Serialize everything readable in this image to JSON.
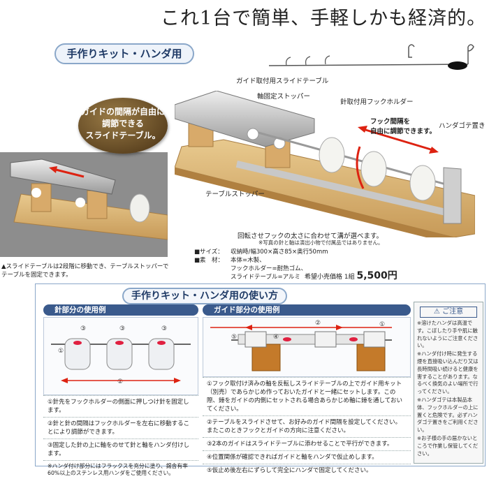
{
  "headline": "これ1台で簡単、手軽しかも経済的。",
  "kit_tab": "手作りキット・ハンダ用",
  "badge": {
    "line1": "ガイドの間隔が自由に",
    "line2": "調節できる",
    "line3": "スライドテーブル。"
  },
  "labels": {
    "guide_table": "ガイド取付用スライドテーブル",
    "axis_stopper": "軸固定ストッパー",
    "hook_holder": "針取付用フックホルダー",
    "hook_spacing_1": "フック間隔を",
    "hook_spacing_2": "自由に調節できます。",
    "solder_stand": "ハンダゴテ置き",
    "table_stopper": "テーブルストッパー",
    "groove_note": "回転させフックの太さに合わせて溝が選べます。",
    "photo_note": "※写真の針と軸は演出小物で付属品ではありません。"
  },
  "specs": [
    {
      "key": "■サイズ：",
      "value": "収納時/幅300×高さ85×奥行50mm"
    },
    {
      "key": "■素　材：",
      "value": "本体=木製、"
    },
    {
      "key": "",
      "value": "フックホルダー=耐熱ゴム、"
    },
    {
      "key": "",
      "value": "スライドテーブル=アルミ"
    }
  ],
  "inset_caption": {
    "line1": "▲スライドテーブルは2段階に移動でき、テーブルストッパーで",
    "line2": "テーブルを固定できます。"
  },
  "price": {
    "label": "希望小売価格 1組 ",
    "value": "5,500円"
  },
  "how_title": "手作りキット・ハンダ用の使い方",
  "needle_section": {
    "title": "針部分の使用例",
    "steps": [
      "①針先をフックホルダーの側面に押しつけ針を固定します。",
      "②針と針の間隔はフックホルダーを左右に移動することにより調節ができます。",
      "③固定した針の上に軸をのせて針と軸をハンダ付けします。",
      "※ハンダ付け部分にはフラックスを充分に塗り、錫含有率60%以上のステンレス用ハンダをご使用ください。"
    ]
  },
  "guide_section": {
    "title": "ガイド部分の使用例",
    "steps": [
      "①フック取付け済みの軸を反転しスライドテーブルの上でガイド用キット（別売）であらかじめ作っておいたガイドと一緒にセットします。この際、錘をガイドの内側にセットされる場合あらかじめ軸に錘を通しておいてください。",
      "②テーブルをスライドさせて、お好みのガイド間隔を設定してください。またこのときフックとガイドの方向に注意ください。",
      "③2本のガイドはスライドテーブルに添わせることで平行ができます。",
      "④位置関係が確認できればガイドと軸をハンダで仮止めします。",
      "⑤仮止め後左右にずらして完全にハンダで固定してください。"
    ]
  },
  "caution": {
    "title": "ご注意",
    "items": [
      "※溶けたハンダは高温です。こぼしたり手や肌に触れないようにご注意ください。",
      "※ハンダ付け時に発生する煙を直接吸い込んだり又は長時間吸い続けると健康を害することがあります。なるべく換気のよい場所で行ってください。",
      "※ハンダゴテは本製品本体、フックホルダーの上に置くと危険です。必ずハンダゴテ置きをご利用ください。",
      "※お子様の手の届かないところで作業し保管してください。"
    ]
  }
}
